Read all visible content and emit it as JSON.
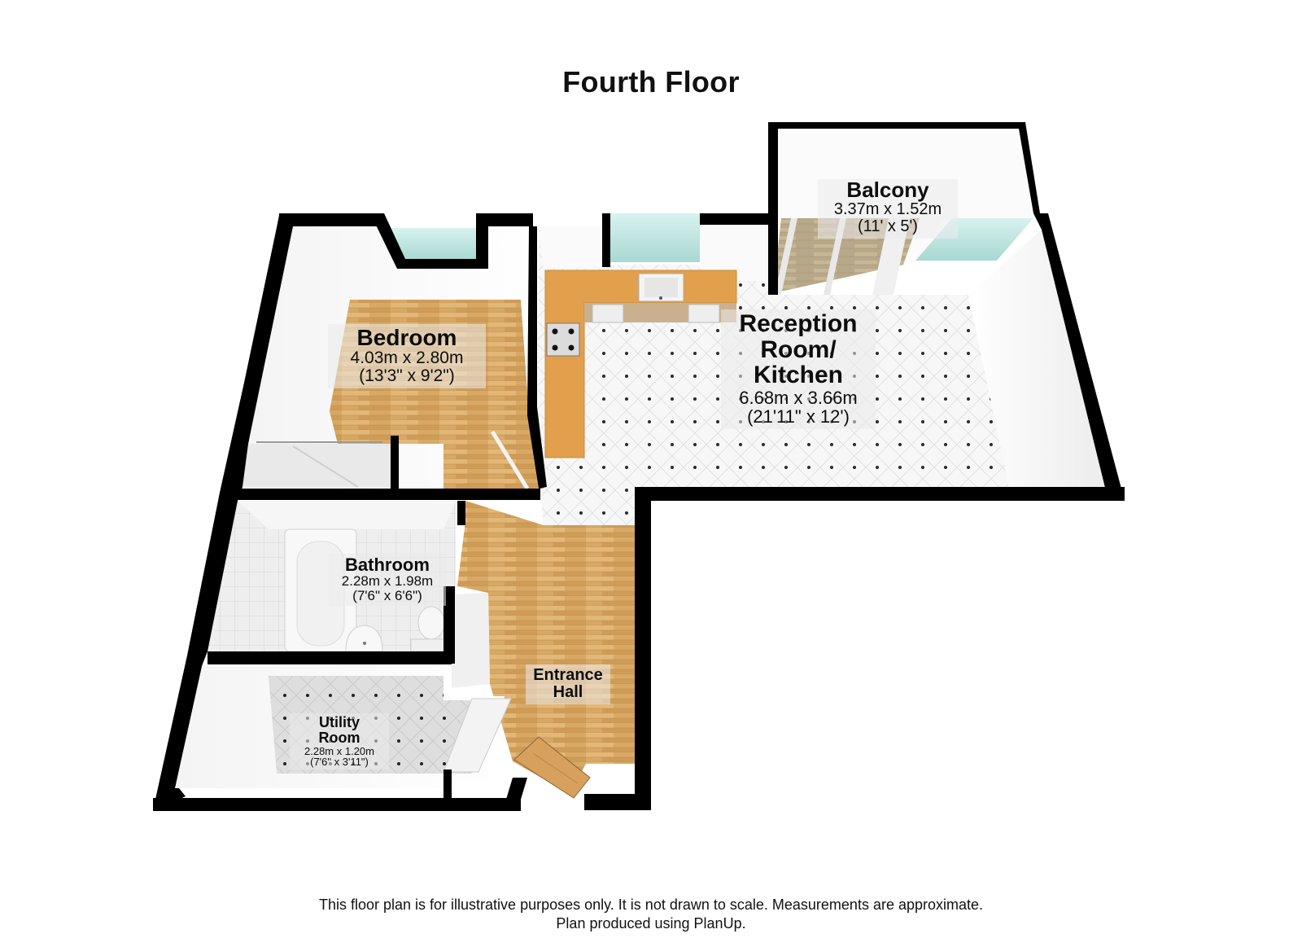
{
  "plan": {
    "title": "Fourth Floor",
    "rooms": [
      {
        "id": "balcony",
        "name": "Balcony",
        "metric": "3.37m x 1.52m",
        "imperial": "(11' x 5')",
        "floor": "decking"
      },
      {
        "id": "bedroom",
        "name": "Bedroom",
        "metric": "4.03m x 2.80m",
        "imperial": "(13'3\" x 9'2\")",
        "floor": "wood"
      },
      {
        "id": "reception",
        "name_lines": [
          "Reception",
          "Room/",
          "Kitchen"
        ],
        "metric": "6.68m x 3.66m",
        "imperial": "(21'11\" x 12')",
        "floor": "dotted-tile"
      },
      {
        "id": "bathroom",
        "name": "Bathroom",
        "metric": "2.28m x 1.98m",
        "imperial": "(7'6\" x 6'6\")",
        "floor": "white-tile"
      },
      {
        "id": "utility",
        "name_lines": [
          "Utility",
          "Room"
        ],
        "metric": "2.28m x 1.20m",
        "imperial": "(7'6\" x 3'11\")",
        "floor": "dotted-tile"
      },
      {
        "id": "entrance",
        "name_lines": [
          "Entrance",
          "Hall"
        ],
        "floor": "wood"
      }
    ],
    "fixtures": [
      "sink-icon",
      "hob-icon",
      "bathtub-icon",
      "toilet-icon",
      "basin-icon",
      "door-icon",
      "sliding-door-icon",
      "window-icon"
    ]
  },
  "colors": {
    "wall": "#000000",
    "wood": "#d9aa66",
    "tile": "#f6f6f6",
    "counter": "#e3a34e",
    "glass": "#bfe6e2"
  },
  "footer": {
    "line1": "This floor plan is for illustrative purposes only. It is not drawn to scale. Measurements are approximate.",
    "line2": "Plan produced using PlanUp."
  }
}
